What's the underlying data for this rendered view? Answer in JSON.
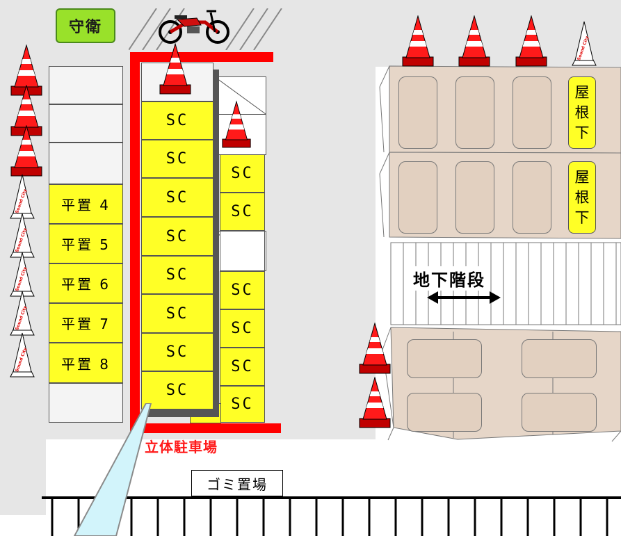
{
  "labels": {
    "guard": "守衛",
    "parking_tower": "立体駐車場",
    "garbage": "ゴミ置場",
    "stairs": "地下階段",
    "roof_under": [
      "屋",
      "根",
      "下"
    ]
  },
  "flat_slots": [
    "平置 4",
    "平置 5",
    "平置 6",
    "平置 7",
    "平置 8"
  ],
  "sc_center": [
    "SC",
    "SC",
    "SC",
    "SC",
    "SC",
    "SC",
    "SC",
    "SC"
  ],
  "sc_right": [
    "SC",
    "SC",
    "SC",
    "SC",
    "SC",
    "SC"
  ],
  "cone_brand": "Sound City",
  "colors": {
    "slot_yellow": "#ffff26",
    "guard_green": "#99e12a",
    "tower_red": "#ff0000",
    "lot_gray": "#e6e6e6",
    "building_tan": "#e6d6c8"
  }
}
